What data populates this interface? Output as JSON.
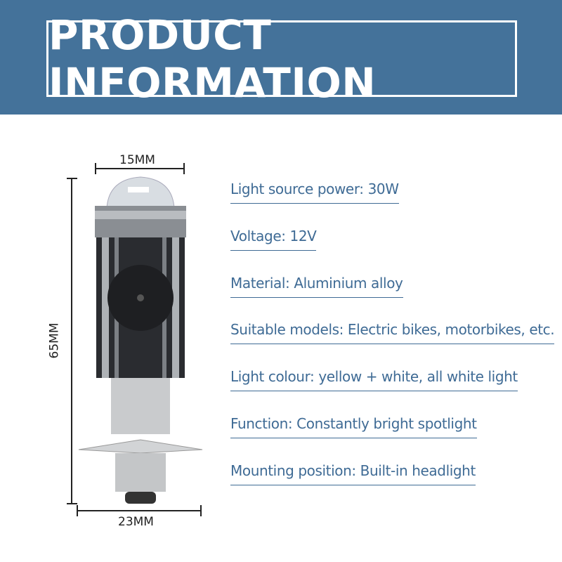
{
  "header": {
    "title": "PRODUCT INFORMATION",
    "background": "#44729a"
  },
  "dimensions": {
    "top_width": "15MM",
    "height": "65MM",
    "base_width": "23MM"
  },
  "specs": [
    "Light source power: 30W",
    "Voltage: 12V",
    "Material: Aluminium alloy",
    "Suitable models: Electric bikes, motorbikes, etc.",
    "Light colour: yellow + white, all white light",
    "Function: Constantly bright spotlight",
    "Mounting position: Built-in headlight"
  ],
  "text_color": "#3f6b95"
}
